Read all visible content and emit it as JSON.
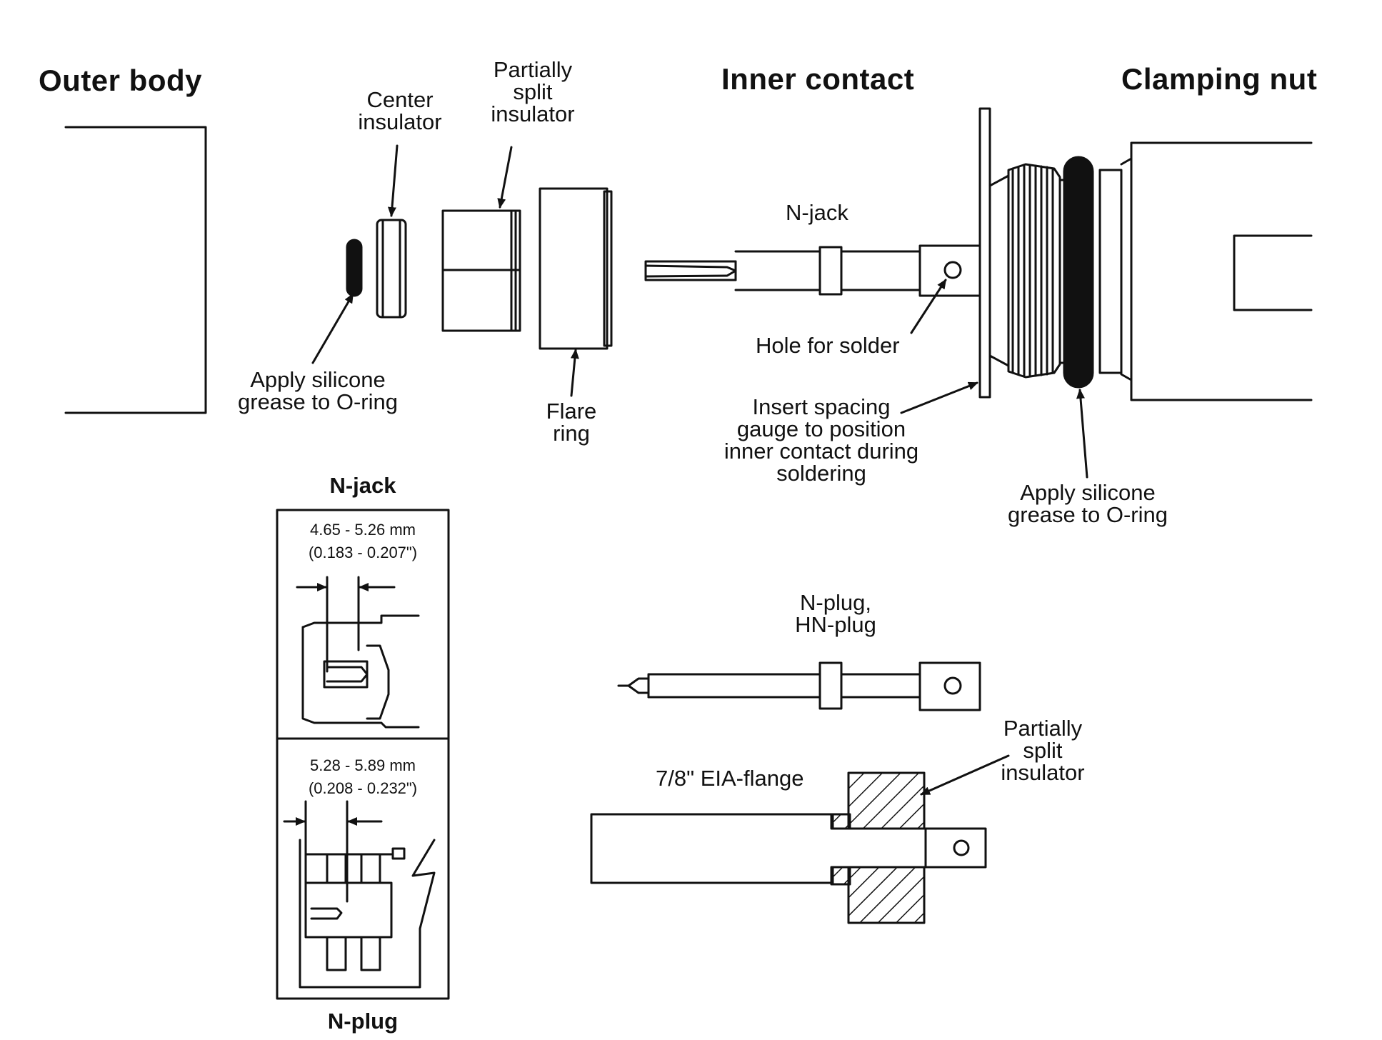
{
  "titles": {
    "outer_body": "Outer body",
    "inner_contact": "Inner contact",
    "clamping_nut": "Clamping nut"
  },
  "labels": {
    "center_insulator": [
      "Center",
      "insulator"
    ],
    "partially_split_insulator_top": [
      "Partially",
      "split",
      "insulator"
    ],
    "o_ring_left": [
      "Apply silicone",
      "grease to O-ring"
    ],
    "flare_ring": [
      "Flare",
      "ring"
    ],
    "n_jack_contact": "N-jack",
    "hole_for_solder": "Hole for solder",
    "spacing_gauge": [
      "Insert spacing",
      "gauge to position",
      "inner contact during",
      "soldering"
    ],
    "o_ring_right": [
      "Apply silicone",
      "grease to O-ring"
    ],
    "n_plug_contact": [
      "N-plug,",
      "HN-plug"
    ],
    "partially_split_insulator_bottom": [
      "Partially",
      "split",
      "insulator"
    ],
    "eia_flange": "7/8\" EIA-flange"
  },
  "inset": {
    "top_title": "N-jack",
    "bottom_title": "N-plug",
    "jack_dim": [
      "4.65 - 5.26 mm",
      "(0.183 - 0.207\")"
    ],
    "plug_dim": [
      "5.28 - 5.89 mm",
      "(0.208 - 0.232\")"
    ]
  }
}
